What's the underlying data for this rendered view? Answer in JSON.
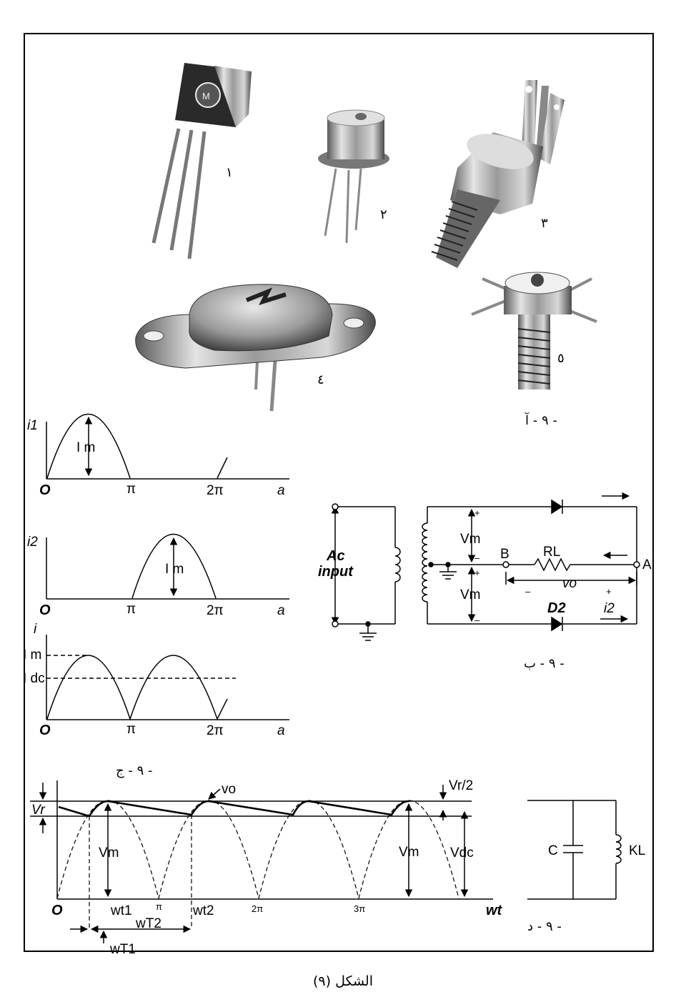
{
  "figure_caption": "الشكل (٩)",
  "photos": {
    "labels": [
      "١",
      "٢",
      "٣",
      "٤",
      "٥"
    ],
    "caption": "٩ - آ -"
  },
  "circuit": {
    "input_label_1": "Ac",
    "input_label_2": "input",
    "vm_top": "Vm",
    "vm_bottom": "Vm",
    "node_b": "B",
    "node_a": "A",
    "resistor": "RL",
    "vo": "vo",
    "diode2": "D2",
    "current": "i2",
    "plus": "+",
    "minus": "–",
    "caption": "٩ - ب -"
  },
  "waveforms": {
    "i1": {
      "ylabel": "i1",
      "peak": "I m",
      "ticks": [
        "O",
        "π",
        "2π",
        "a"
      ]
    },
    "i2": {
      "ylabel": "i2",
      "peak": "I m",
      "ticks": [
        "O",
        "π",
        "2π",
        "a"
      ]
    },
    "i": {
      "ylabel": "i",
      "peak": "I m",
      "dc": "I dc",
      "ticks": [
        "O",
        "π",
        "2π",
        "a"
      ]
    },
    "caption": "٩ - ج -"
  },
  "ripple": {
    "vr": "Vr",
    "vo": "vo",
    "vr2": "Vr/2",
    "vm_left": "Vm",
    "vm_right": "Vm",
    "vdc": "Vdc",
    "ticks": [
      "O",
      "wt1",
      "π",
      "wt2",
      "2π",
      "3π",
      "wt"
    ],
    "wt2": "wT2",
    "wt1": "wT1"
  },
  "filter": {
    "c": "C",
    "kl": "KL",
    "caption": "٩ - د -"
  }
}
